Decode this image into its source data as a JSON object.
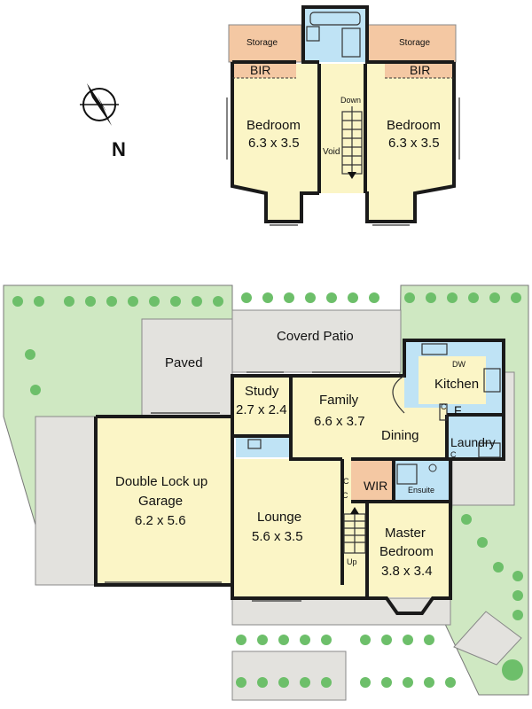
{
  "upper_floor": {
    "storage_left": "Storage",
    "storage_right": "Storage",
    "bir_left": "BIR",
    "bir_right": "BIR",
    "bedroom_left_name": "Bedroom",
    "bedroom_left_size": "6.3 x 3.5",
    "bedroom_right_name": "Bedroom",
    "bedroom_right_size": "6.3 x 3.5",
    "void": "Void",
    "down": "Down"
  },
  "compass": {
    "north_label": "N"
  },
  "ground_floor": {
    "covered_patio": "Coverd Patio",
    "paved": "Paved",
    "study_name": "Study",
    "study_size": "2.7 x 2.4",
    "family_name": "Family",
    "family_size": "6.6 x 3.7",
    "dining": "Dining",
    "kitchen": "Kitchen",
    "dw": "DW",
    "fridge": "F",
    "laundry": "Laundry",
    "garage_line1": "Double Lock up",
    "garage_line2": "Garage",
    "garage_size": "6.2 x 5.6",
    "lounge_name": "Lounge",
    "lounge_size": "5.6 x 3.5",
    "wir": "WIR",
    "ensuite": "Ensuite",
    "master_line1": "Master",
    "master_line2": "Bedroom",
    "master_size": "3.8 x 3.4",
    "up": "Up",
    "c1": "C",
    "c2": "C",
    "c3": "C",
    "c4": "C"
  },
  "colors": {
    "room": "#fbf5c6",
    "wet": "#bfe3f5",
    "storage": "#f4c8a3",
    "outdoor": "#e3e2de",
    "lawn": "#cfe8c2",
    "shrub": "#6dbf6a",
    "wall": "#1a1a1a"
  }
}
